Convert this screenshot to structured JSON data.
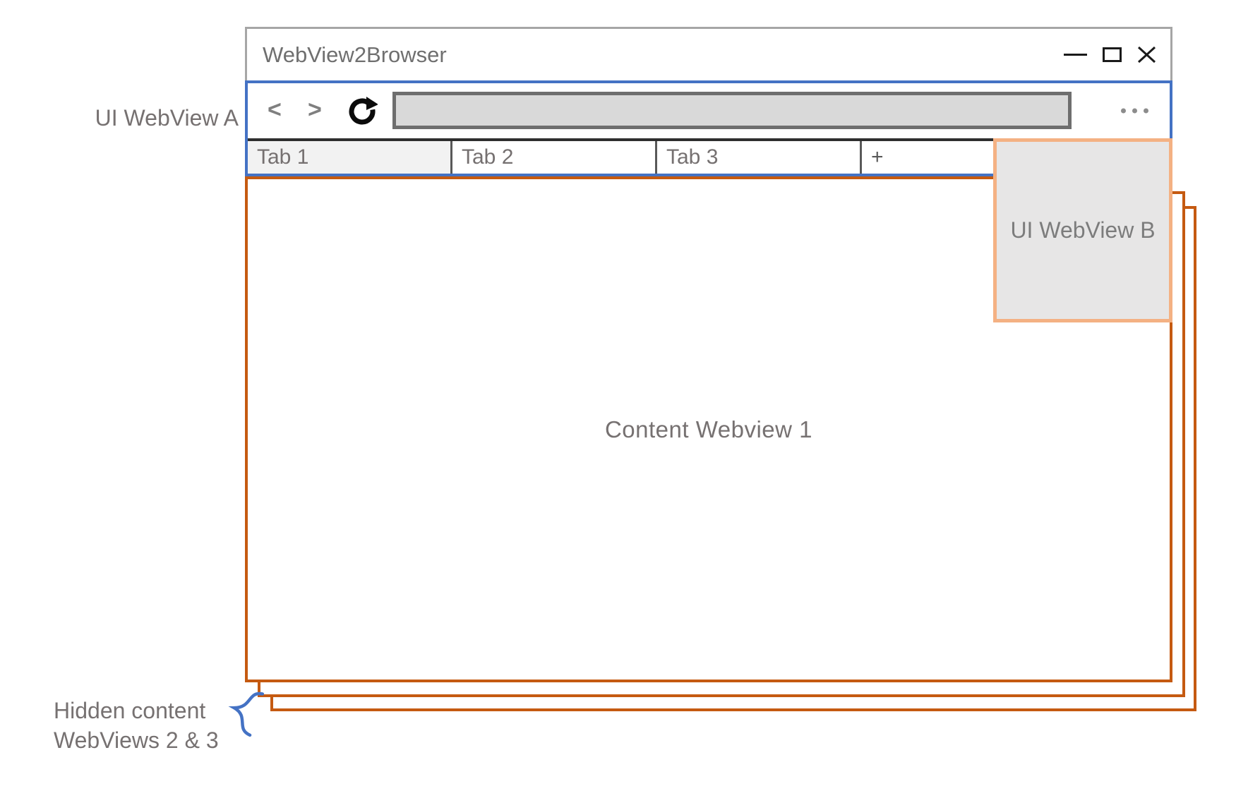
{
  "window": {
    "title": "WebView2Browser",
    "controls": {
      "minimize_icon": "minimize-dash",
      "maximize_icon": "maximize-square",
      "close_icon": "close-x"
    }
  },
  "navbar": {
    "back_label": "<",
    "forward_label": ">",
    "reload_icon": "refresh-arrow",
    "address_value": "",
    "menu_icon": "ellipsis"
  },
  "tabs": [
    {
      "label": "Tab 1",
      "active": true
    },
    {
      "label": "Tab 2",
      "active": false
    },
    {
      "label": "Tab 3",
      "active": false
    },
    {
      "label": "+",
      "active": false
    }
  ],
  "annotations": {
    "ui_webview_a": "UI WebView A",
    "ui_webview_b": "UI WebView B",
    "content_webview": "Content Webview 1",
    "hidden_line1": "Hidden content",
    "hidden_line2": "WebViews 2 & 3",
    "brace_icon": "curly-brace"
  },
  "colors": {
    "ui_border_blue": "#4472C4",
    "content_border_orange": "#C55A11",
    "overlay_border_peach": "#F4B183",
    "overlay_fill_gray": "#E7E6E6",
    "titlebar_border_gray": "#A6A6A6",
    "address_fill_gray": "#D9D9D9",
    "active_tab_fill": "#F2F2F2",
    "text_gray": "#767171"
  }
}
